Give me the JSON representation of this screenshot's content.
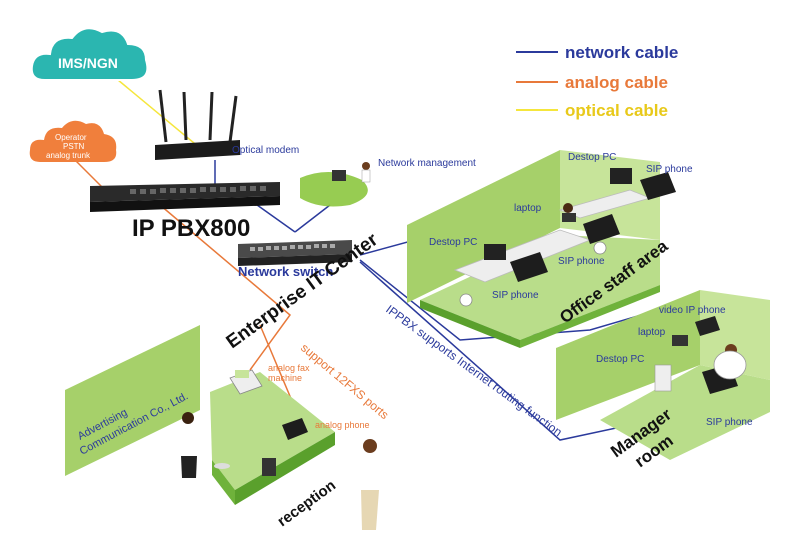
{
  "cloud_ims": {
    "label": "IMS/NGN",
    "color": "#2bb6b0"
  },
  "cloud_pstn": {
    "lines": [
      "Operator",
      "PSTN",
      "analog trunk"
    ],
    "color": "#f07f3c"
  },
  "legend": {
    "network": "network cable",
    "analog": "analog cable",
    "optical": "optical cable",
    "network_color": "#2b3a9c",
    "analog_color": "#e8793a",
    "optical_color": "#f5e63c"
  },
  "devices": {
    "optical_modem": "Optical modem",
    "ippbx": "IP PBX800",
    "network_switch": "Network switch",
    "network_management": "Network management"
  },
  "areas": {
    "enterprise": "Enterprise IT Center",
    "office": "Office staff area",
    "manager_line1": "Manager",
    "manager_line2": "room",
    "reception": "reception",
    "company_line1": "Advertising",
    "company_line2": "Communication Co., Ltd."
  },
  "office_labels": {
    "desktop_pc": "Destop PC",
    "sip_phone": "SIP phone",
    "laptop": "laptop",
    "video_phone": "video IP phone"
  },
  "annotations": {
    "ippbx_routing": "IPPBX supports Internet routing function",
    "fxs_ports": "support 12FXS ports",
    "fax": [
      "analog fax",
      "machine"
    ],
    "analog_phone": "analog phone"
  },
  "colors": {
    "green": "#8cc63f",
    "green_dark": "#5aa02c",
    "wall": "#a6d06a"
  }
}
